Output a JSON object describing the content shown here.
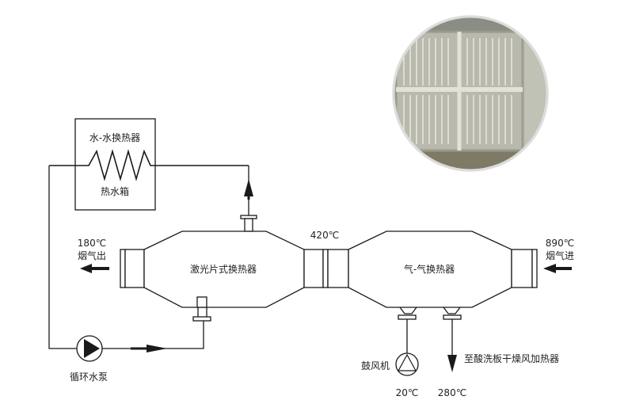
{
  "labels": {
    "water_exchanger": "水-水换热器",
    "hot_water_tank": "热水箱",
    "laser_exchanger": "激光片式换热器",
    "gas_exchanger": "气-气换热器",
    "outlet_temp": "180℃",
    "outlet_name": "烟气出",
    "inlet_temp": "890℃",
    "inlet_name": "烟气进",
    "mid_temp": "420℃",
    "pump": "循环水泵",
    "blower": "鼓风机",
    "blower_temp": "20℃",
    "heater_temp": "280℃",
    "heater_dest": "至酸洗板干燥风加热器"
  },
  "photo": {
    "icon": "heat-exchanger-panel-photo"
  },
  "colors": {
    "line": "#1a1a1a",
    "photo_bg": "#b8b8ad",
    "photo_border": "#e6e6e6"
  }
}
